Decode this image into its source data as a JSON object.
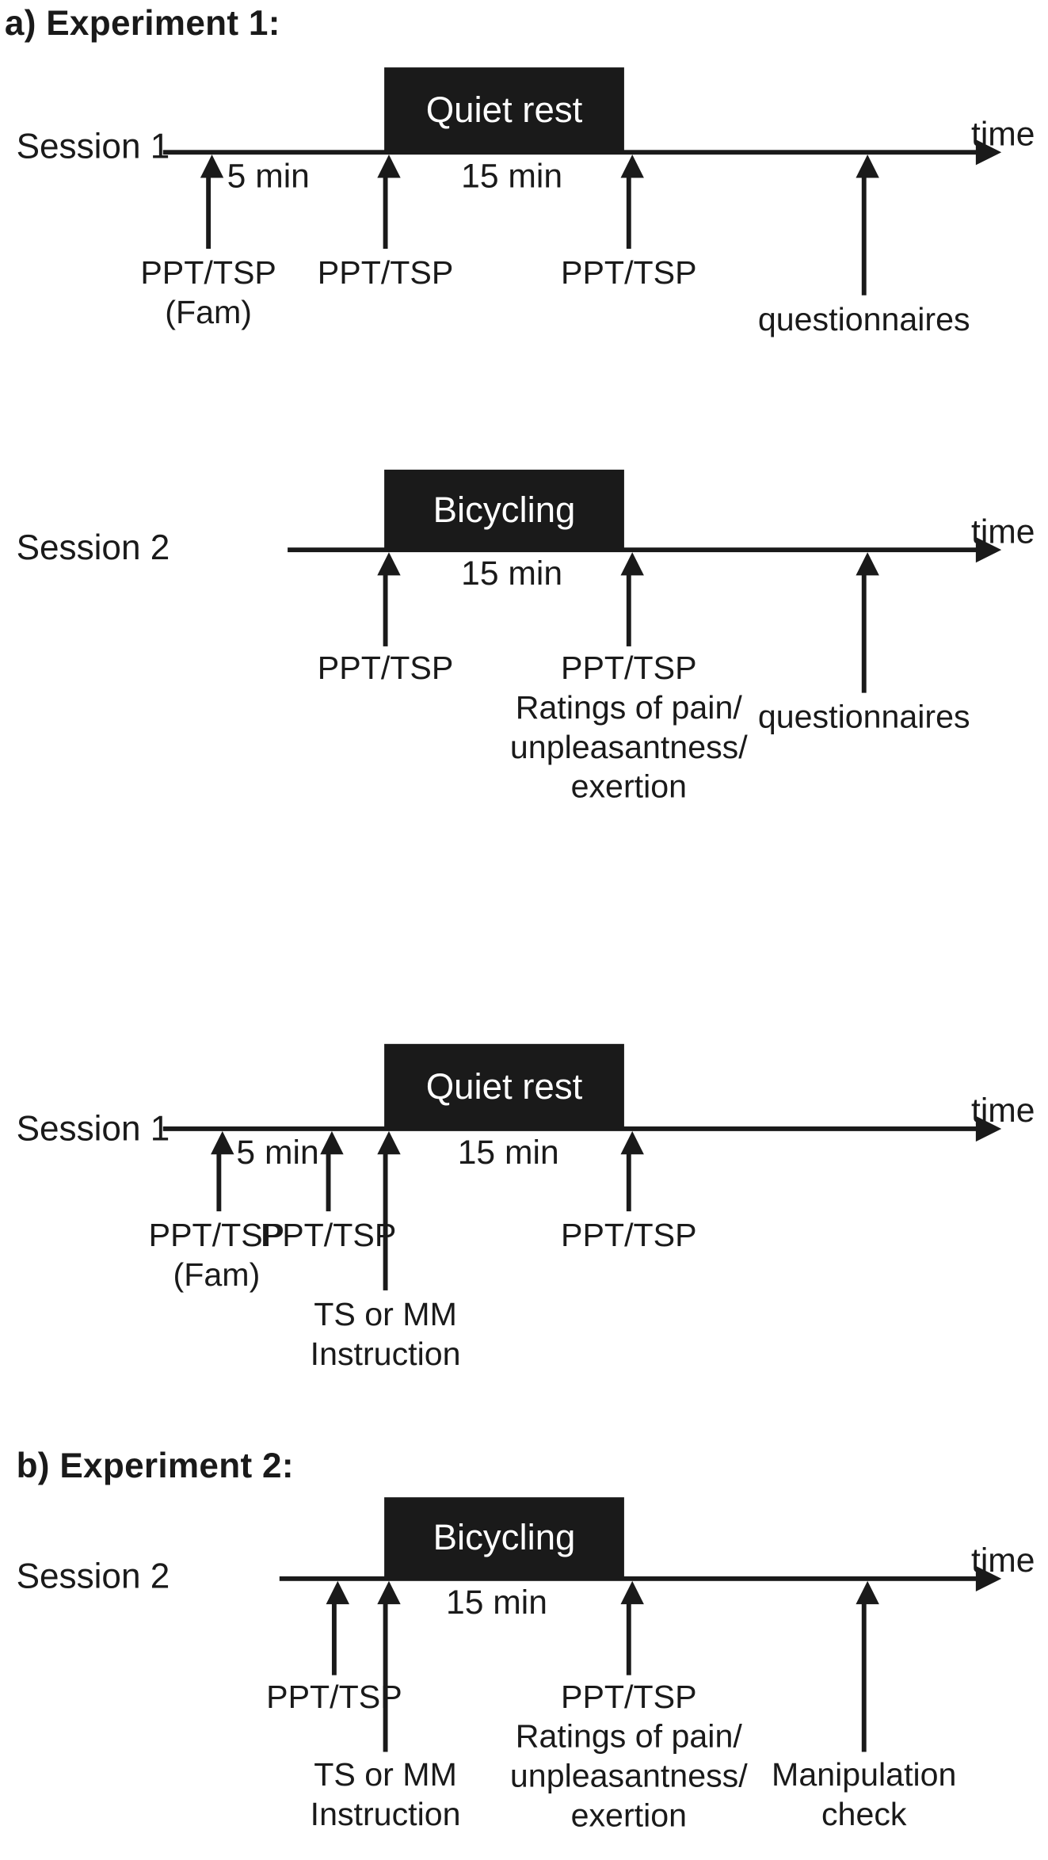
{
  "figure": {
    "background": "#ffffff",
    "ink": "#1a1a1a",
    "block_fill": "#1a1a1a",
    "block_text": "#ffffff"
  },
  "panels": [
    {
      "id": "a",
      "title": "a) Experiment 1:",
      "sessions": [
        {
          "id": "exp1-session1",
          "label": "Session 1",
          "axis_end_label": "time",
          "block": {
            "label": "Quiet rest"
          },
          "durations": [
            "5 min",
            "15 min"
          ],
          "events": [
            {
              "label": "PPT/TSP\n(Fam)"
            },
            {
              "label": "PPT/TSP"
            },
            {
              "label": "PPT/TSP"
            },
            {
              "label": "questionnaires"
            }
          ]
        },
        {
          "id": "exp1-session2",
          "label": "Session 2",
          "axis_end_label": "time",
          "block": {
            "label": "Bicycling"
          },
          "durations": [
            "15 min"
          ],
          "events": [
            {
              "label": "PPT/TSP"
            },
            {
              "label": "PPT/TSP\nRatings of pain/\nunpleasantness/\nexertion"
            },
            {
              "label": "questionnaires"
            }
          ]
        }
      ]
    },
    {
      "id": "b",
      "title": "b) Experiment 2:",
      "sessions": [
        {
          "id": "exp2-session1",
          "label": "Session 1",
          "axis_end_label": "time",
          "block": {
            "label": "Quiet rest"
          },
          "durations": [
            "5 min",
            "15 min"
          ],
          "events": [
            {
              "label": "PPT/TSP\n(Fam)"
            },
            {
              "label": "PPT/TSP"
            },
            {
              "label": "TS or MM\nInstruction"
            },
            {
              "label": "PPT/TSP"
            }
          ]
        },
        {
          "id": "exp2-session2",
          "label": "Session 2",
          "axis_end_label": "time",
          "block": {
            "label": "Bicycling"
          },
          "durations": [
            "15 min"
          ],
          "events": [
            {
              "label": "PPT/TSP"
            },
            {
              "label": "TS or MM\nInstruction"
            },
            {
              "label": "PPT/TSP\nRatings of pain/\nunpleasantness/\nexertion"
            },
            {
              "label": "Manipulation\ncheck"
            }
          ]
        }
      ]
    }
  ]
}
